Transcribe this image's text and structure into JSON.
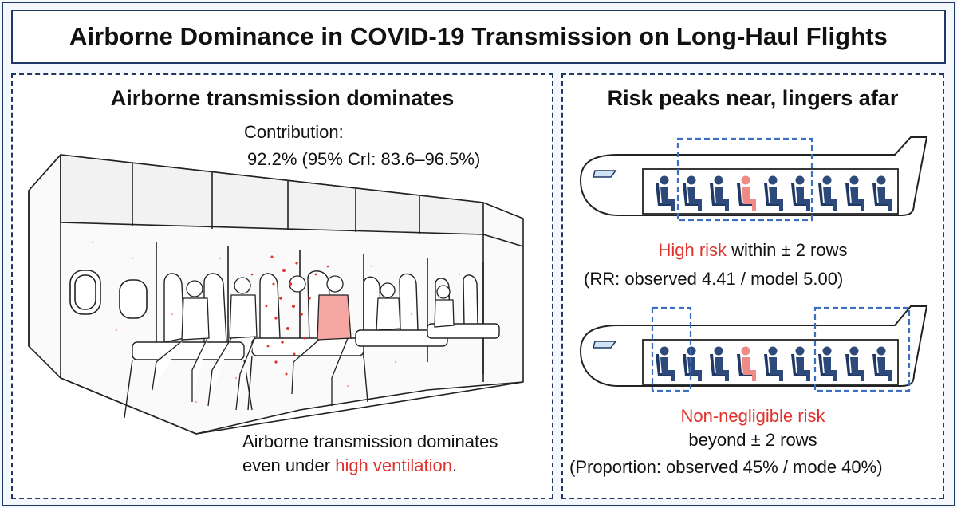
{
  "title": "Airborne Dominance in COVID-19 Transmission on Long-Haul Flights",
  "left": {
    "heading": "Airborne transmission dominates",
    "contribution_label": "Contribution:",
    "contribution_value": "92.2% (95% CrI: 83.6–96.5%)",
    "note_line1": "Airborne transmission dominates",
    "note_line2_prefix": "even under ",
    "note_line2_highlight": "high ventilation",
    "note_line2_suffix": "."
  },
  "right": {
    "heading": "Risk peaks near, lingers afar",
    "top": {
      "highlight": "High risk",
      "rest": " within ± 2 rows",
      "rr": "(RR: observed 4.41 / model 5.00)"
    },
    "bottom": {
      "highlight": "Non-negligible risk",
      "line2": "beyond ± 2 rows",
      "proportion": "(Proportion: observed 45% / mode 40%)"
    }
  },
  "colors": {
    "navy": "#1f3864",
    "accent_red": "#e0312b",
    "seat_blue": "#2e4a7a",
    "infected_pink": "#f08a86",
    "dashed_blue": "#3a6fc1"
  },
  "icons": [
    "airplane-cabin-illustration",
    "airplane-icon",
    "passenger-seat-icon",
    "infected-passenger-icon"
  ]
}
